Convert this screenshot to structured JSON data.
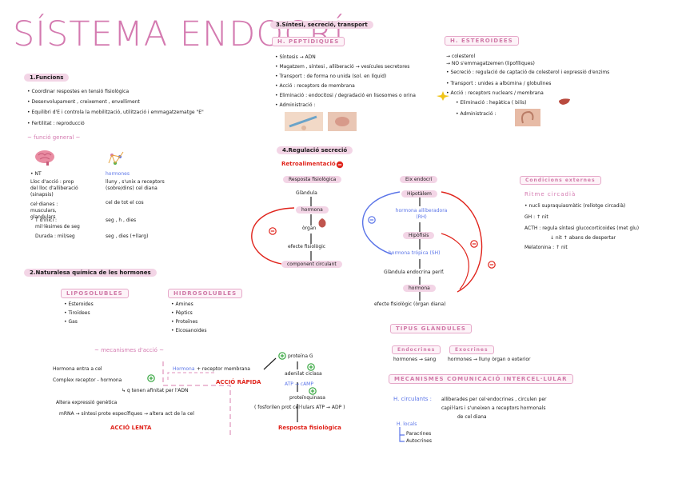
{
  "title": "SÍSTEMA ENDOCRÍ",
  "s1": {
    "heading": "1.Funcions",
    "items": [
      "Coordinar respostes en tensió fisiològica",
      "Desenvolupament , creixement , envelliment",
      "Equilibri d'E i controla la mobilització, utilització i emmagatzematge \"E\"",
      "Fertilitat : reproducció"
    ],
    "fg_heading": "~ funció general ~",
    "left_col": [
      "NT",
      "Lloc d'acció : prop del lloc d'alliberació (sinapsis)",
      "cel·dianes : musculars, glandulars",
      "T d'inici : mil·lèsimes de seg",
      "Durada : mil/seg"
    ],
    "right_col": [
      "hormones",
      "lluny , s'unix a receptors (sobre/dins) cel diana",
      "cel de tot el cos",
      "seg , h , dies",
      "seg , dies (+llarg)"
    ]
  },
  "s2": {
    "heading": "2.Naturalesa química de les hormones",
    "lipo_label": "LIPOSOLUBLES",
    "lipo": [
      "Esteroides",
      "Tiroïdees",
      "Gas"
    ],
    "hidro_label": "HIDROSOLUBLES",
    "hidro": [
      "Amines",
      "Pèptics",
      "Proteïnes",
      "Eicosanoides"
    ],
    "mech_heading": "~ mecanismes d'acció ~",
    "mech_left": [
      "Hormona entra a cel",
      "Complex receptor - hormona",
      "↳ q tenen afinitat per l'ADN",
      "Altera expressió genètica",
      "mRNA → síntesi prote específiques → altera act de la cel"
    ],
    "accio_lenta": "ACCIÓ LENTA",
    "hormona_word": "Hormona",
    "receptor_text": "+ receptor membrana",
    "accio_rapida": "ACCIÓ RÀPIDA",
    "cascade": [
      "proteïna G",
      "adenilat ciclasa",
      "ATP → cAMP",
      "proteïnquinasa",
      "( fosforilen prot cel·lulars ATP → ADP )",
      "Resposta fisiològica"
    ]
  },
  "s3": {
    "heading": "3.Síntesi, secreció, transport",
    "pep_label": "H. PEPTÍDIQUES",
    "pep": [
      "Síntesis → ADN",
      "Magatzem , síntesi , alliberació → vesícules secretores",
      "Transport : de forma no unida (sol. en líquid)",
      "Acció : receptors de membrana",
      "Eliminació : endocitosi / degradació en lisosomes o orina",
      "Administració :"
    ],
    "est_label": "H. ESTEROIDEES",
    "est": [
      "→ colesterol",
      "→ NO s'emmagatzemen (lipofíliques)",
      "Secreció : regulació de captació de colesterol i expressió d'enzims",
      "Transport : unides a albúmina / globulines",
      "Acció : receptors nuclears / membrana",
      "Eliminació : hepàtica ( bilis)",
      "Administració :"
    ]
  },
  "s4": {
    "heading": "4.Regulació secreció",
    "retro": "Retroalimentació",
    "resp_label": "Resposta fisiològica",
    "resp_chain": [
      "Glàndula",
      "hormona",
      "òrgan",
      "efecte fisiològic",
      "component circulant"
    ],
    "eix_label": "Eix endocrí",
    "eix_chain": [
      "Hipotàlem",
      "hormona alliberadora (RH)",
      "Hipòfisis",
      "hormona trópica (SH)",
      "Glàndula endocrina perif.",
      "hormona",
      "efecte fisiològic (òrgan diana)"
    ],
    "cond_label": "Condicions externes",
    "ritme": "Ritme circadià",
    "cond": [
      "nucli supraquiasmàtic (rellotge circadià)",
      "GH : ↑ nit",
      "ACTH : regula síntesi glucocorticoides (met glu)",
      "↓ nit ↑ abans de despertar",
      "Melatonina : ↑ nit"
    ]
  },
  "tipus": {
    "heading": "TIPUS GLÀNDULES",
    "endo_label": "Endocrines",
    "endo_text": "hormones → sang",
    "exo_label": "Exocrines",
    "exo_text": "hormones → lluny òrgan o exterior"
  },
  "mec": {
    "heading": "MECANISMES COMUNICACIÓ INTERCEL·LULAR",
    "circ_label": "H. circulants :",
    "circ_text1": "alliberades per cel·endocrines , circulen per",
    "circ_text2": "capil·lars i s'uneixen a receptors hormonals",
    "circ_text3": "de cel diana",
    "locals_label": "H. locals",
    "locals": [
      "Paracrines",
      "Autocrines"
    ]
  },
  "colors": {
    "pink": "#d47ab0",
    "highlight": "#f3d5e6",
    "red": "#e0241c",
    "blue": "#5a74e8"
  }
}
